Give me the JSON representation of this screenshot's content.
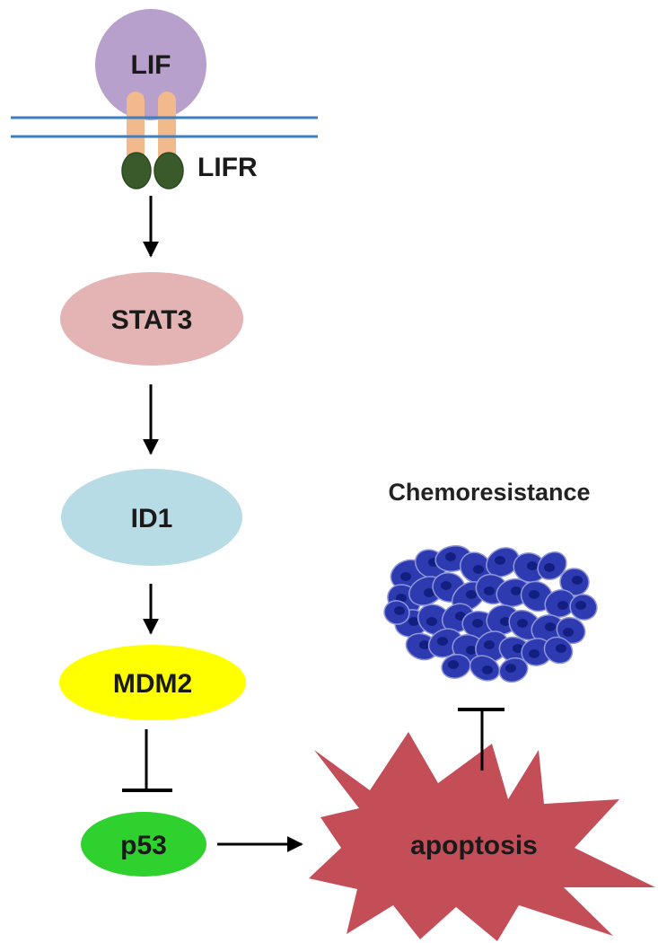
{
  "nodes": {
    "ligand": {
      "label": "LIF",
      "color": "#b8a0cc"
    },
    "receptor": {
      "label": "LIFR",
      "stalk_color": "#f2b98c",
      "base_color": "#3a5a2c"
    },
    "stat3": {
      "label": "STAT3",
      "color": "#e4b3b3"
    },
    "id1": {
      "label": "ID1",
      "color": "#b8dce6"
    },
    "mdm2": {
      "label": "MDM2",
      "color": "#ffff00"
    },
    "p53": {
      "label": "p53",
      "color": "#2ed12e"
    },
    "apoptosis": {
      "label": "apoptosis",
      "color": "#c44e58"
    }
  },
  "membrane_color": "#3d7fc1",
  "outcome": {
    "title": "Chemoresistance",
    "cell_color": "#2e3ab0",
    "nucleus_color": "#121f80"
  },
  "edges": [
    {
      "from": "receptor",
      "to": "stat3",
      "type": "activation"
    },
    {
      "from": "stat3",
      "to": "id1",
      "type": "activation"
    },
    {
      "from": "id1",
      "to": "mdm2",
      "type": "activation"
    },
    {
      "from": "mdm2",
      "to": "p53",
      "type": "inhibition"
    },
    {
      "from": "p53",
      "to": "apoptosis",
      "type": "activation"
    },
    {
      "from": "apoptosis",
      "to": "chemoresistance",
      "type": "inhibition"
    }
  ]
}
